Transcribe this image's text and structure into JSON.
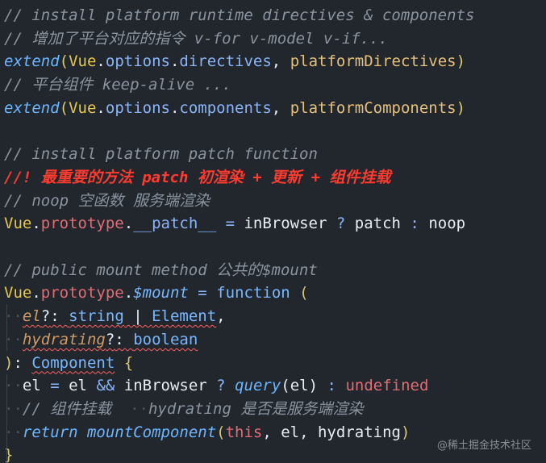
{
  "editor": {
    "lines": [
      [
        {
          "t": "// install platform runtime directives & components",
          "c": "c-comment"
        }
      ],
      [
        {
          "t": "// 增加了平台对应的指令 v-for v-model v-if...",
          "c": "c-comment"
        }
      ],
      [
        {
          "t": "extend",
          "c": "c-func"
        },
        {
          "t": "(",
          "c": "c-bracket"
        },
        {
          "t": "Vue",
          "c": "c-yellow"
        },
        {
          "t": ".",
          "c": "c-plain"
        },
        {
          "t": "options",
          "c": "c-prop"
        },
        {
          "t": ".",
          "c": "c-plain"
        },
        {
          "t": "directives",
          "c": "c-prop"
        },
        {
          "t": ", ",
          "c": "c-plain"
        },
        {
          "t": "platformDirectives",
          "c": "c-string"
        },
        {
          "t": ")",
          "c": "c-bracket"
        }
      ],
      [
        {
          "t": "// 平台组件 keep-alive ...",
          "c": "c-comment"
        }
      ],
      [
        {
          "t": "extend",
          "c": "c-func"
        },
        {
          "t": "(",
          "c": "c-bracket"
        },
        {
          "t": "Vue",
          "c": "c-yellow"
        },
        {
          "t": ".",
          "c": "c-plain"
        },
        {
          "t": "options",
          "c": "c-prop"
        },
        {
          "t": ".",
          "c": "c-plain"
        },
        {
          "t": "components",
          "c": "c-prop"
        },
        {
          "t": ", ",
          "c": "c-plain"
        },
        {
          "t": "platformComponents",
          "c": "c-string"
        },
        {
          "t": ")",
          "c": "c-bracket"
        }
      ],
      [],
      [
        {
          "t": "// install platform patch function",
          "c": "c-comment"
        }
      ],
      [
        {
          "t": "//! 最重要的方法 patch 初渲染 + 更新 + 组件挂载",
          "c": "c-important"
        }
      ],
      [
        {
          "t": "// noop 空函数 服务端渲染",
          "c": "c-comment"
        }
      ],
      [
        {
          "t": "Vue",
          "c": "c-yellow"
        },
        {
          "t": ".",
          "c": "c-plain"
        },
        {
          "t": "prototype",
          "c": "c-keyword"
        },
        {
          "t": ".",
          "c": "c-plain"
        },
        {
          "t": "__patch__",
          "c": "c-prop"
        },
        {
          "t": " ",
          "c": "c-plain"
        },
        {
          "t": "=",
          "c": "c-op"
        },
        {
          "t": " inBrowser ",
          "c": "c-plain"
        },
        {
          "t": "?",
          "c": "c-op"
        },
        {
          "t": " patch ",
          "c": "c-plain"
        },
        {
          "t": ":",
          "c": "c-op"
        },
        {
          "t": " noop",
          "c": "c-plain"
        }
      ],
      [],
      [
        {
          "t": "// public mount method 公共的$mount",
          "c": "c-comment"
        }
      ],
      [
        {
          "t": "Vue",
          "c": "c-yellow"
        },
        {
          "t": ".",
          "c": "c-plain"
        },
        {
          "t": "prototype",
          "c": "c-keyword"
        },
        {
          "t": ".",
          "c": "c-plain"
        },
        {
          "t": "$mount",
          "c": "c-prop-it"
        },
        {
          "t": " ",
          "c": "c-plain"
        },
        {
          "t": "=",
          "c": "c-op"
        },
        {
          "t": " ",
          "c": "c-plain"
        },
        {
          "t": "function",
          "c": "c-type"
        },
        {
          "t": " ",
          "c": "c-plain"
        },
        {
          "t": "(",
          "c": "c-bracket"
        }
      ],
      [
        {
          "t": "··",
          "c": "ws-dot"
        },
        {
          "t": "el",
          "c": "c-param",
          "sq": true
        },
        {
          "t": "?",
          "c": "c-plain",
          "sq": true
        },
        {
          "t": ": ",
          "c": "c-plain",
          "sq": true
        },
        {
          "t": "string",
          "c": "c-type",
          "sq": true
        },
        {
          "t": " | ",
          "c": "c-plain",
          "sq": true
        },
        {
          "t": "Element",
          "c": "c-type",
          "sq": true
        },
        {
          "t": ",",
          "c": "c-plain"
        }
      ],
      [
        {
          "t": "··",
          "c": "ws-dot"
        },
        {
          "t": "hydrating",
          "c": "c-param",
          "sq": true
        },
        {
          "t": "?",
          "c": "c-plain",
          "sq": true
        },
        {
          "t": ": ",
          "c": "c-plain",
          "sq": true
        },
        {
          "t": "boolean",
          "c": "c-type",
          "sq": true
        }
      ],
      [
        {
          "t": ")",
          "c": "c-bracket"
        },
        {
          "t": ": ",
          "c": "c-plain"
        },
        {
          "t": "Component",
          "c": "c-type",
          "sq": true
        },
        {
          "t": " ",
          "c": "c-plain"
        },
        {
          "t": "{",
          "c": "c-bracket"
        }
      ],
      [
        {
          "t": "··",
          "c": "ws-dot"
        },
        {
          "t": "el ",
          "c": "c-plain"
        },
        {
          "t": "=",
          "c": "c-op"
        },
        {
          "t": " el ",
          "c": "c-plain"
        },
        {
          "t": "&&",
          "c": "c-op"
        },
        {
          "t": " inBrowser ",
          "c": "c-plain"
        },
        {
          "t": "?",
          "c": "c-op"
        },
        {
          "t": " ",
          "c": "c-plain"
        },
        {
          "t": "query",
          "c": "c-func"
        },
        {
          "t": "(",
          "c": "c-plain"
        },
        {
          "t": "el",
          "c": "c-plain"
        },
        {
          "t": ")",
          "c": "c-plain"
        },
        {
          "t": " ",
          "c": "c-plain"
        },
        {
          "t": ":",
          "c": "c-op"
        },
        {
          "t": " ",
          "c": "c-plain"
        },
        {
          "t": "undefined",
          "c": "c-keyword"
        }
      ],
      [
        {
          "t": "··",
          "c": "ws-dot"
        },
        {
          "t": "// 组件挂载  ",
          "c": "c-comment"
        },
        {
          "t": "··",
          "c": "ws-dot"
        },
        {
          "t": "hydrating 是否是服务端渲染",
          "c": "c-comment"
        }
      ],
      [
        {
          "t": "··",
          "c": "ws-dot"
        },
        {
          "t": "return",
          "c": "c-func"
        },
        {
          "t": " ",
          "c": "c-plain"
        },
        {
          "t": "mountComponent",
          "c": "c-func"
        },
        {
          "t": "(",
          "c": "c-bracket"
        },
        {
          "t": "this",
          "c": "c-keyword"
        },
        {
          "t": ", el, hydrating",
          "c": "c-plain"
        },
        {
          "t": ")",
          "c": "c-bracket"
        }
      ],
      [
        {
          "t": "}",
          "c": "c-bracket"
        }
      ]
    ]
  },
  "watermark": "@稀土掘金技术社区"
}
